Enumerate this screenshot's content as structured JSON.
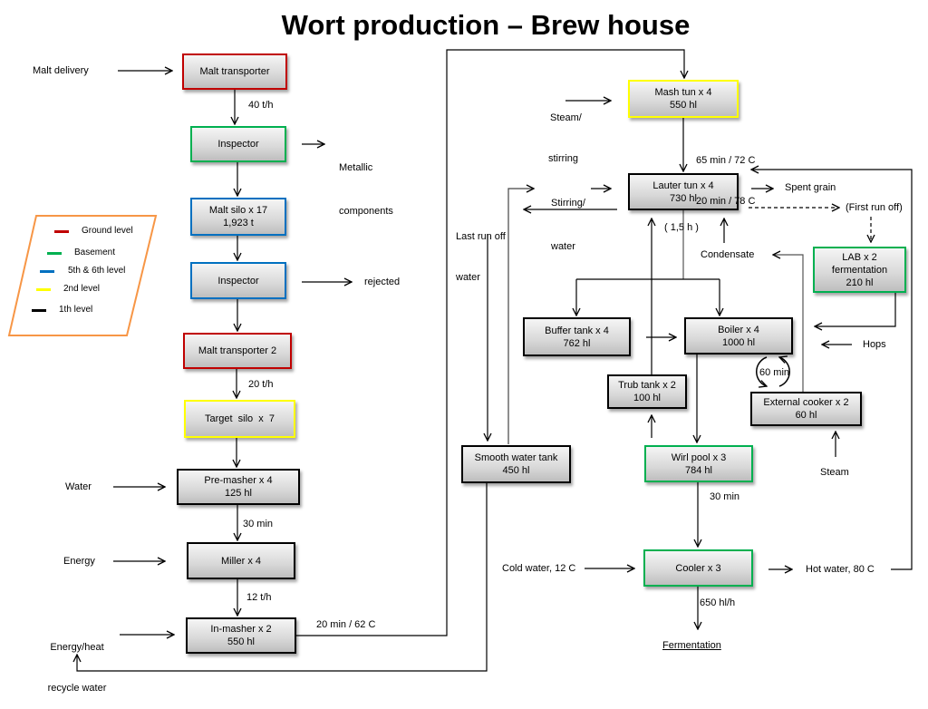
{
  "title": "Wort production – Brew house",
  "legend_border_color": "#f79646",
  "legend": [
    {
      "label": "Ground level",
      "color": "#c00000"
    },
    {
      "label": "Basement",
      "color": "#00b050"
    },
    {
      "label": "5th & 6th level",
      "color": "#0070c0"
    },
    {
      "label": "2nd level",
      "color": "#ffff00"
    },
    {
      "label": "1th level",
      "color": "#000000"
    }
  ],
  "nodes": {
    "malt_transporter": {
      "lines": [
        "Malt transporter"
      ],
      "color": "#c00000"
    },
    "inspector_1": {
      "lines": [
        "Inspector"
      ],
      "color": "#00b050"
    },
    "malt_silo": {
      "lines": [
        "Malt silo x 17",
        "1,923 t"
      ],
      "color": "#0070c0"
    },
    "inspector_2": {
      "lines": [
        "Inspector"
      ],
      "color": "#0070c0"
    },
    "malt_transporter_2": {
      "lines": [
        "Malt transporter 2"
      ],
      "color": "#c00000"
    },
    "target_silo": {
      "lines": [
        "Target  silo  x  7"
      ],
      "color": "#ffff00"
    },
    "pre_masher": {
      "lines": [
        "Pre-masher x 4",
        "125 hl"
      ],
      "color": "#000000"
    },
    "miller": {
      "lines": [
        "Miller x 4"
      ],
      "color": "#000000"
    },
    "in_masher": {
      "lines": [
        "In-masher x 2",
        "550 hl"
      ],
      "color": "#000000"
    },
    "mash_tun": {
      "lines": [
        "Mash tun x 4",
        "550 hl"
      ],
      "color": "#ffff00"
    },
    "lauter_tun": {
      "lines": [
        "Lauter tun x 4",
        "730 hl"
      ],
      "color": "#000000"
    },
    "buffer_tank": {
      "lines": [
        "Buffer tank x 4",
        "762 hl"
      ],
      "color": "#000000"
    },
    "boiler": {
      "lines": [
        "Boiler x 4",
        "1000 hl"
      ],
      "color": "#000000"
    },
    "trub_tank": {
      "lines": [
        "Trub tank x 2",
        "100 hl"
      ],
      "color": "#000000"
    },
    "external_cooker": {
      "lines": [
        "External cooker x 2",
        "60 hl"
      ],
      "color": "#000000"
    },
    "lab": {
      "lines": [
        "LAB x 2",
        "fermentation",
        "210 hl"
      ],
      "color": "#00b050"
    },
    "wirl_pool": {
      "lines": [
        "Wirl pool x 3",
        "784 hl"
      ],
      "color": "#00b050"
    },
    "cooler": {
      "lines": [
        "Cooler x 3"
      ],
      "color": "#00b050"
    },
    "smooth_water_tank": {
      "lines": [
        "Smooth water tank",
        "450 hl"
      ],
      "color": "#000000"
    }
  },
  "labels": {
    "malt_delivery": "Malt delivery",
    "rate_40": "40 t/h",
    "metallic": [
      "Metallic",
      "components"
    ],
    "rejected": "rejected",
    "rate_20": "20 t/h",
    "water": "Water",
    "premash_time": "30 min",
    "energy": "Energy",
    "rate_12": "12 t/h",
    "energy_heat": [
      "Energy/heat",
      "recycle water"
    ],
    "inmash_condition": "20 min / 62 C",
    "steam_stirring": [
      "Steam/",
      "stirring"
    ],
    "mash_conditions": [
      "65 min / 72 C",
      "20 min / 78 C"
    ],
    "stirring_water": [
      "Stirring/",
      "water"
    ],
    "spent_grain": "Spent grain",
    "first_run_off": "(First run off)",
    "last_run_off": [
      "Last run off",
      "water"
    ],
    "lauter_time": "( 1,5 h )",
    "condensate": "Condensate",
    "hops": "Hops",
    "boil_time": "60 min",
    "steam": "Steam",
    "whirlpool_time": "30 min",
    "cold_water": "Cold water, 12 C",
    "hot_water": "Hot water, 80 C",
    "cooler_rate": "650 hl/h",
    "fermentation": "Fermentation"
  }
}
